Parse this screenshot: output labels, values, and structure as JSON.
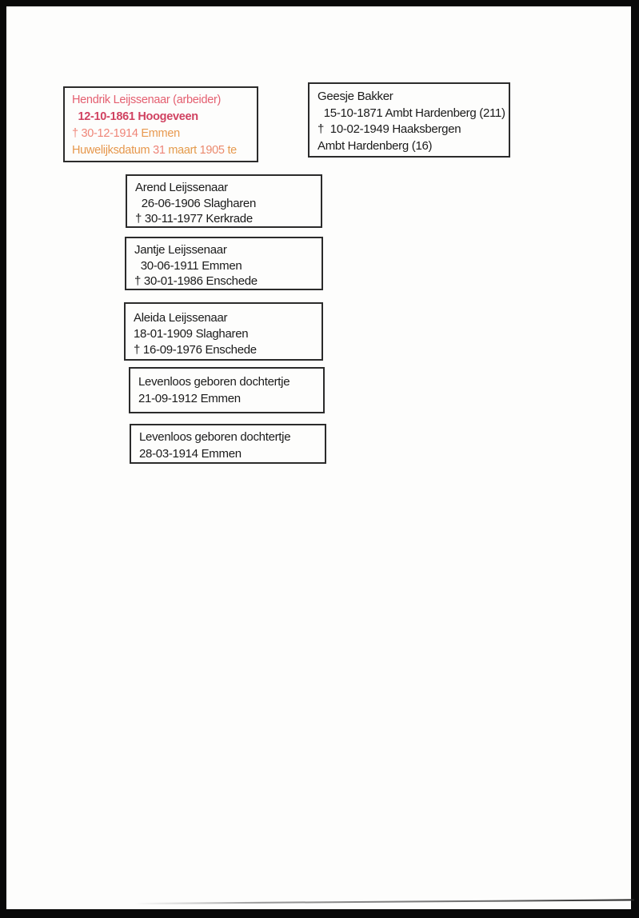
{
  "document": {
    "kind": "genealogy-family-sheet-scan",
    "page_background": "#fdfdfc",
    "scan_frame_color": "#090909",
    "box_border_color": "#2b2b2b",
    "default_text_color": "#1b1b1b"
  },
  "boxes": [
    {
      "id": "hendrik-leijssenaar",
      "lines": [
        {
          "segments": [
            {
              "text": "Hendrik Leijssenaar (arbeider)",
              "color": "#e45f70"
            }
          ]
        },
        {
          "segments": [
            {
              "text": "  12-10-1861 Hoogeveen",
              "color": "#d04261",
              "bold": true
            }
          ]
        },
        {
          "segments": [
            {
              "text": "† 30-12-1914 ",
              "color": "#ef8578"
            },
            {
              "text": "Emmen",
              "color": "#e8994f"
            }
          ]
        },
        {
          "segments": [
            {
              "text": "Huwelijksdatum ",
              "color": "#e6974c"
            },
            {
              "text": "31 ",
              "color": "#ee8478"
            },
            {
              "text": "maart ",
              "color": "#e49b4b"
            },
            {
              "text": "1905 ",
              "color": "#eb8a6e"
            },
            {
              "text": "te",
              "color": "#e69a4f"
            }
          ]
        }
      ]
    },
    {
      "id": "geesje-bakker",
      "lines": [
        {
          "segments": [
            {
              "text": "Geesje Bakker"
            }
          ]
        },
        {
          "segments": [
            {
              "text": "  15-10-1871 Ambt Hardenberg (211)"
            }
          ]
        },
        {
          "segments": [
            {
              "text": "†  10-02-1949 Haaksbergen"
            }
          ]
        },
        {
          "segments": [
            {
              "text": "Ambt Hardenberg (16)"
            }
          ]
        }
      ]
    },
    {
      "id": "arend-leijssenaar",
      "lines": [
        {
          "segments": [
            {
              "text": "Arend Leijssenaar"
            }
          ]
        },
        {
          "segments": [
            {
              "text": "  26-06-1906 Slagharen"
            }
          ]
        },
        {
          "segments": [
            {
              "text": "† 30-11-1977 Kerkrade"
            }
          ]
        }
      ]
    },
    {
      "id": "jantje-leijssenaar",
      "lines": [
        {
          "segments": [
            {
              "text": "Jantje Leijssenaar"
            }
          ]
        },
        {
          "segments": [
            {
              "text": "  30-06-1911 Emmen"
            }
          ]
        },
        {
          "segments": [
            {
              "text": "† 30-01-1986 Enschede"
            }
          ]
        }
      ]
    },
    {
      "id": "aleida-leijssenaar",
      "lines": [
        {
          "segments": [
            {
              "text": "Aleida Leijssenaar"
            }
          ]
        },
        {
          "segments": [
            {
              "text": "18-01-1909 Slagharen"
            }
          ]
        },
        {
          "segments": [
            {
              "text": "† 16-09-1976 Enschede"
            }
          ]
        }
      ]
    },
    {
      "id": "levenloos-geboren-dochtertje-1912",
      "lines": [
        {
          "segments": [
            {
              "text": "Levenloos geboren dochtertje"
            }
          ]
        },
        {
          "segments": [
            {
              "text": "21-09-1912 Emmen"
            }
          ]
        }
      ]
    },
    {
      "id": "levenloos-geboren-dochtertje-1914",
      "lines": [
        {
          "segments": [
            {
              "text": "Levenloos geboren dochtertje"
            }
          ]
        },
        {
          "segments": [
            {
              "text": "28-03-1914 Emmen"
            }
          ]
        }
      ]
    }
  ]
}
